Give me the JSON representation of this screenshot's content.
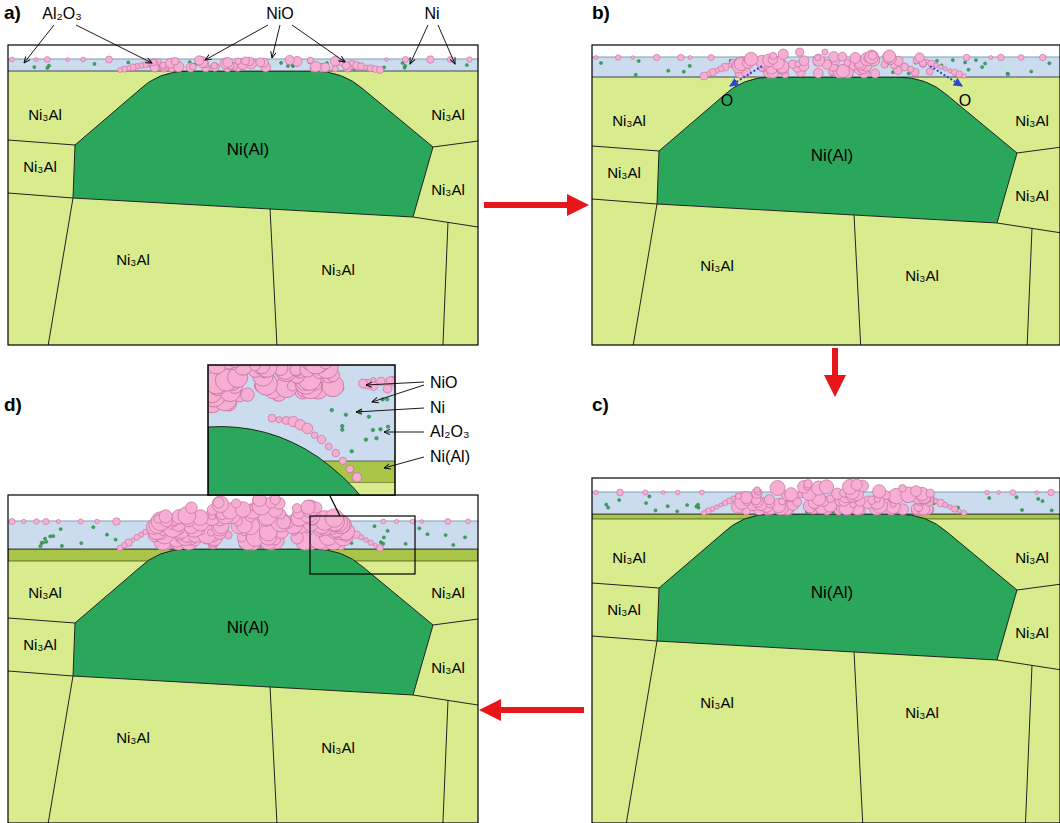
{
  "diagram": {
    "nodes": [
      {
        "text": [
          "a)"
        ]
      },
      {
        "text": [
          "Ni₃Al"
        ],
        "in": 0
      },
      {
        "text": [
          "Ni₃Al"
        ],
        "in": 0
      },
      {
        "text": [
          "Ni₃Al"
        ],
        "in": 0
      },
      {
        "text": [
          "Ni(Al)"
        ],
        "in": 0
      },
      {
        "text": [
          "Ni₃Al"
        ],
        "in": 0
      },
      {
        "text": [
          "Ni₃Al"
        ],
        "in": 0
      },
      {
        "text": [
          "Ni₃Al"
        ],
        "in": 0
      },
      {
        "text": [
          "b)"
        ]
      },
      {
        "text": [
          "Ni₃Al"
        ],
        "in": 8
      },
      {
        "text": [
          "Ni₃Al"
        ],
        "in": 8
      },
      {
        "text": [
          "Ni₃Al"
        ],
        "in": 8
      },
      {
        "text": [
          "Ni(Al)"
        ],
        "in": 8
      },
      {
        "text": [
          "Ni₃Al"
        ],
        "in": 8
      },
      {
        "text": [
          "Ni₃Al"
        ],
        "in": 8
      },
      {
        "text": [
          "Ni₃Al"
        ],
        "in": 8
      },
      {
        "text": [
          "c)"
        ]
      },
      {
        "text": [
          "Ni₃Al"
        ],
        "in": 16
      },
      {
        "text": [
          "Ni₃Al"
        ],
        "in": 16
      },
      {
        "text": [
          "Ni₃Al"
        ],
        "in": 16
      },
      {
        "text": [
          "Ni(Al)"
        ],
        "in": 16
      },
      {
        "text": [
          "Ni₃Al"
        ],
        "in": 16
      },
      {
        "text": [
          "Ni₃Al"
        ],
        "in": 16
      },
      {
        "text": [
          "Ni₃Al"
        ],
        "in": 16
      },
      {
        "text": [
          "d)"
        ]
      },
      {
        "text": [
          "Ni₃Al"
        ],
        "in": 24
      },
      {
        "text": [
          "Ni₃Al"
        ],
        "in": 24
      },
      {
        "text": [
          "Ni₃Al"
        ],
        "in": 24
      },
      {
        "text": [
          "Ni(Al)"
        ],
        "in": 24
      },
      {
        "text": [
          "Ni₃Al"
        ],
        "in": 24
      },
      {
        "text": [
          "Ni₃Al"
        ],
        "in": 24
      },
      {
        "text": [
          "Ni₃Al"
        ],
        "in": 24
      }
    ],
    "edges": [
      {
        "from": 0,
        "to": 8,
        "arrow": "to"
      },
      {
        "from": 8,
        "to": 16,
        "arrow": "to"
      },
      {
        "from": 16,
        "to": 24,
        "arrow": "to"
      }
    ],
    "labels": [
      "Al₂O₃",
      "NiO",
      "Ni",
      "O",
      "O",
      "NiO",
      "Ni",
      "Al₂O₃",
      "Ni(Al)"
    ]
  }
}
